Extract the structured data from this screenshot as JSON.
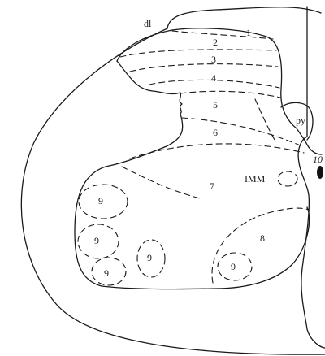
{
  "labels": {
    "dl": "dl",
    "lamina_1": "1",
    "lamina_2": "2",
    "lamina_3": "3",
    "lamina_4": "4",
    "lamina_5": "5",
    "lamina_6": "6",
    "lamina_7": "7",
    "lamina_8": "8",
    "lamina_10": "10",
    "py": "py",
    "imm": "IMM",
    "lamina_9a": "9",
    "lamina_9b": "9",
    "lamina_9c": "9",
    "lamina_9d": "9",
    "lamina_9e": "9"
  }
}
